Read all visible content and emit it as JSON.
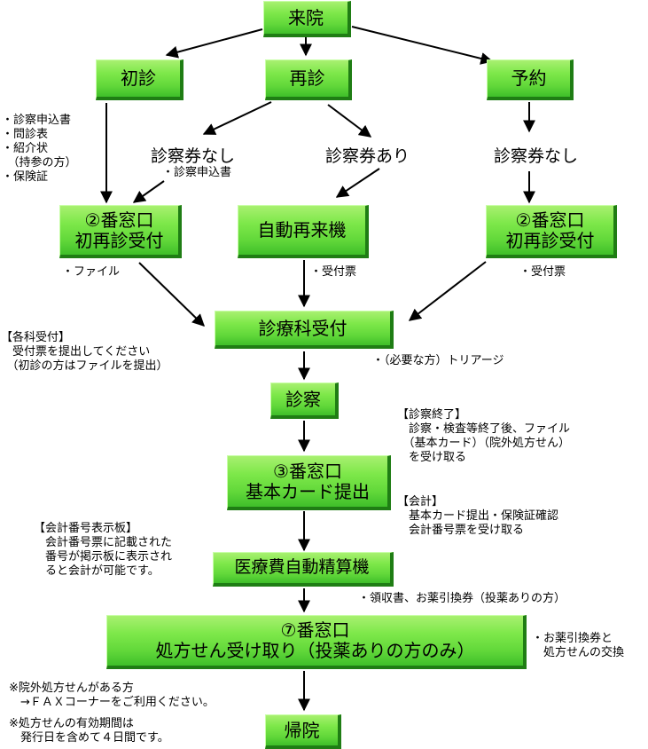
{
  "nodes": {
    "raiin": "来院",
    "shoshin": "初診",
    "saishin": "再診",
    "yoyaku": "予約",
    "ken_nashi_1": "診察券なし",
    "ken_ari": "診察券あり",
    "ken_nashi_2": "診察券なし",
    "madoguchi2_left": [
      "②番窓口",
      "初再診受付"
    ],
    "jidou_sairaiki": "自動再来機",
    "madoguchi2_right": [
      "②番窓口",
      "初再診受付"
    ],
    "shinryouka_uketsuke": "診療科受付",
    "shinsatsu": "診察",
    "madoguchi3": [
      "③番窓口",
      "基本カード提出"
    ],
    "iryouhi_seisanki": "医療費自動精算機",
    "madoguchi7": [
      "⑦番窓口",
      "処方せん受け取り（投薬ありの方のみ）"
    ],
    "kiin": "帰院"
  },
  "notes": {
    "shoshin_docs": [
      "・診察申込書",
      "・問診表",
      "・紹介状",
      "　（持参の方）",
      "・保険証"
    ],
    "ken_nashi_doc": "・診察申込書",
    "file": "・ファイル",
    "uketsuke_hyo_1": "・受付票",
    "uketsuke_hyo_2": "・受付票",
    "kakuka_uketsuke": [
      "【各科受付】",
      "　受付票を提出してください",
      "　（初診の方はファイルを提出）"
    ],
    "triage": "・（必要な方）トリアージ",
    "shinsatsu_shuuryou": [
      "【診察終了】",
      "　診察・検査等終了後、ファイル",
      "　（基本カード）（院外処方せん）",
      "　を受け取る"
    ],
    "kaikei": [
      "【会計】",
      "　基本カード提出・保険証確認",
      "　会計番号票を受け取る"
    ],
    "kaikei_bangou": [
      "【会計番号表示板】",
      "　会計番号票に記載された",
      "　番号が掲示板に表示され",
      "　ると会計が可能です。"
    ],
    "ryoushusho": "・領収書、お薬引換券（投薬ありの方）",
    "okusuri": [
      "・お薬引換券と",
      "　処方せんの交換"
    ],
    "ingai_fax": [
      "※院外処方せんがある方",
      "　→ＦＡＸコーナーをご利用ください。"
    ],
    "yuukou_kikan": [
      "※処方せんの有効期間は",
      "　発行日を含めて４日間です。"
    ]
  }
}
